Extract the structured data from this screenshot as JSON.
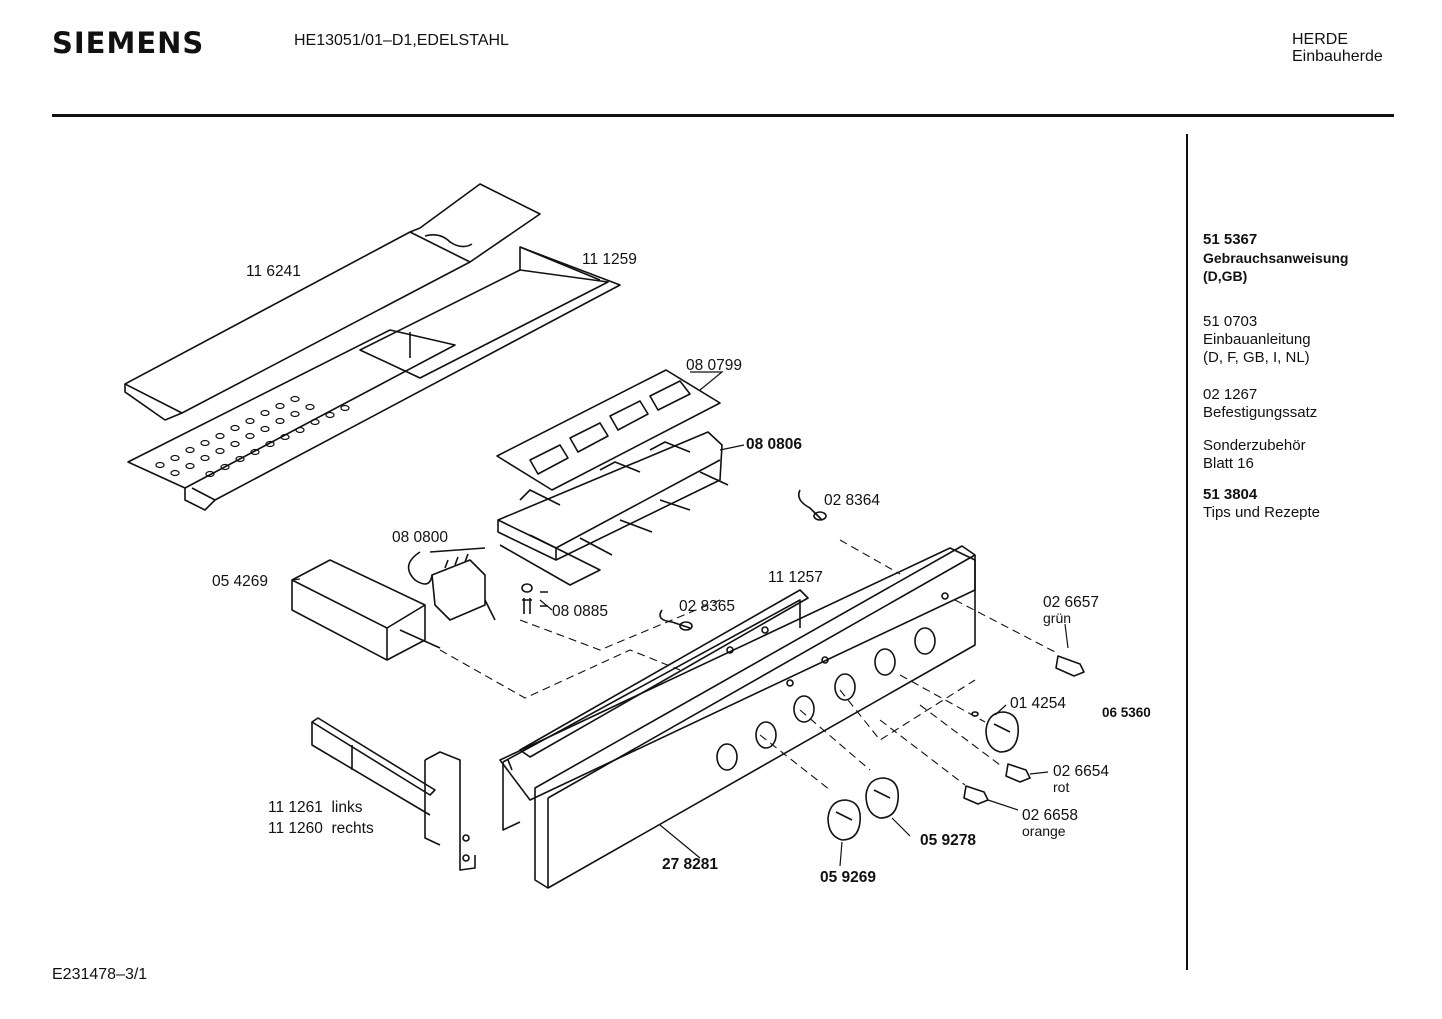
{
  "header": {
    "brand": "SIEMENS",
    "model": "HE13051/01–D1,EDELSTAHL",
    "category": "HERDE",
    "subcategory": "Einbauherde"
  },
  "footer": {
    "code": "E231478–3/1"
  },
  "parts": {
    "p116241": "11 6241",
    "p111259": "11 1259",
    "p080799": "08 0799",
    "p080806": "08 0806",
    "p028364": "02 8364",
    "p080800": "08 0800",
    "p054269": "05 4269",
    "p111257": "11 1257",
    "p028365": "02 8365",
    "p080885": "08 0885",
    "p026657": "02 6657",
    "p026657c": "grün",
    "p014254": "01 4254",
    "p065360": "06 5360",
    "p026654": "02 6654",
    "p026654c": "rot",
    "p026658": "02 6658",
    "p026658c": "orange",
    "p111261": "11 1261  links",
    "p111260": "11 1260  rechts",
    "p278281": "27 8281",
    "p059278": "05 9278",
    "p059269": "05 9269"
  },
  "sidebar": [
    {
      "number": "51 5367",
      "text1": "Gebrauchsanweisung",
      "text2": "(D,GB)"
    },
    {
      "number": "51 0703",
      "text1": "Einbauanleitung",
      "text2": "(D, F, GB, I, NL)"
    },
    {
      "number": "02 1267",
      "text1": "Befestigungssatz",
      "text2": ""
    },
    {
      "number": "",
      "text1": "Sonderzubehör",
      "text2": "Blatt 16"
    },
    {
      "number": "51 3804",
      "text1": "Tips und Rezepte",
      "text2": ""
    }
  ]
}
